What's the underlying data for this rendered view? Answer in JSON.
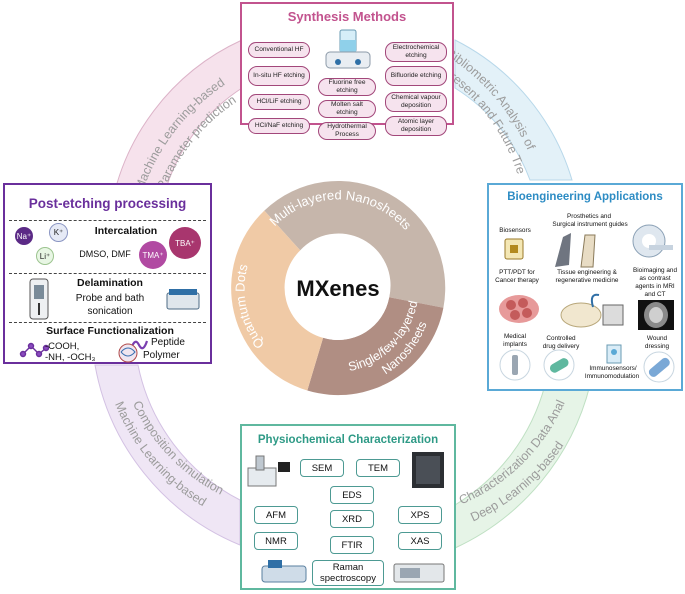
{
  "center": {
    "title": "MXenes"
  },
  "ring": {
    "multi": "Multi-layered Nanosheets",
    "quantum": "Quantum Dots",
    "single_line1": "Single/few-layered",
    "single_line2": "Nanosheets"
  },
  "arcs": {
    "top_left_line1": "Machine Learning-based",
    "top_left_line2": "Parameter prediction",
    "top_right_line1": "Bibliometric Analysis of",
    "top_right_line2": "Present and Future Trends",
    "bottom_left_line1": "Machine Learning-based",
    "bottom_left_line2": "Composition simulation",
    "bottom_right_line1": "Deep Learning-based",
    "bottom_right_line2": "Characterization Data Analysis"
  },
  "synthesis": {
    "title": "Synthesis Methods",
    "left": [
      "Conventional HF",
      "In-situ HF etching",
      "HCl/LiF etching",
      "HCl/NaF etching"
    ],
    "middle": [
      "Fluorine free etching",
      "Molten salt etching",
      "Hydrothermal Process"
    ],
    "right": [
      "Electrochemical etching",
      "Bifluoride etching",
      "Chemical vapour deposition",
      "Atomic layer deposition"
    ]
  },
  "post_etching": {
    "title": "Post-etching processing",
    "intercalation": "Intercalation",
    "ions": [
      "Na⁺",
      "K⁺",
      "Li⁺",
      "TMA⁺",
      "TBA⁺"
    ],
    "solvents": "DMSO, DMF",
    "delamination": "Delamination",
    "delam_line1": "Probe and bath",
    "delam_line2": "sonication",
    "surface": "Surface Functionalization",
    "groups_line1": "-COOH,",
    "groups_line2": "-NH, -OCH₃",
    "peptide": "Peptide",
    "polymer": "Polymer"
  },
  "bioengineering": {
    "title": "Bioengineering Applications",
    "biosensors": "Biosensors",
    "prosthetics_line1": "Prosthetics and",
    "prosthetics_line2": "Surgical instrument guides",
    "ptt_line1": "PTT/PDT for",
    "ptt_line2": "Cancer therapy",
    "tissue_line1": "Tissue engineering &",
    "tissue_line2": "regenerative medicine",
    "bioimaging_line1": "Bioimaging and",
    "bioimaging_line2": "as contrast",
    "bioimaging_line3": "agents in MRI",
    "bioimaging_line4": "and CT",
    "medical_line1": "Medical",
    "medical_line2": "implants",
    "drug_line1": "Controlled",
    "drug_line2": "drug delivery",
    "immuno_line1": "Immunosensors/",
    "immuno_line2": "Immunomodulation",
    "wound_line1": "Wound",
    "wound_line2": "dressing"
  },
  "characterization": {
    "title": "Physiochemical Characterization",
    "sem": "SEM",
    "tem": "TEM",
    "eds": "EDS",
    "afm": "AFM",
    "xrd": "XRD",
    "xps": "XPS",
    "nmr": "NMR",
    "ftir": "FTIR",
    "xas": "XAS",
    "raman_line1": "Raman",
    "raman_line2": "spectroscopy"
  },
  "colors": {
    "synthesis": "#c2538e",
    "post_etching": "#6a2f9c",
    "bio": "#5aa9d6",
    "characterization": "#5fb89f",
    "ring_outer": "#c9b7ab",
    "ring_orange": "#f0caa6",
    "ring_brown": "#b08e83"
  }
}
